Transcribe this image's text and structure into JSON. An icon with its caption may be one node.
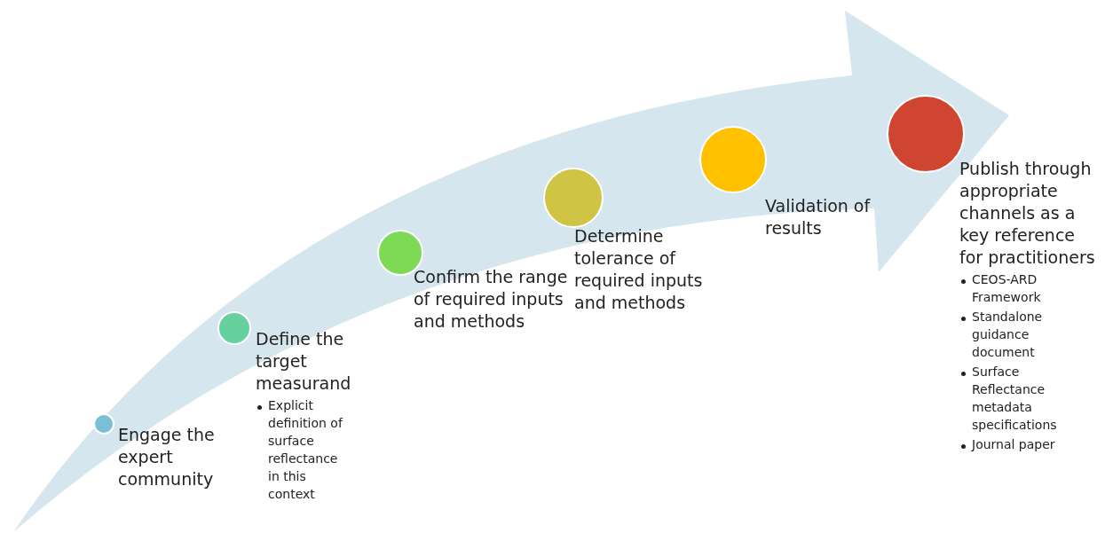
{
  "diagram": {
    "nodes": [
      {
        "text": [],
        "shape": "circle",
        "beside": [
          "Engage the expert community"
        ]
      },
      {
        "text": [],
        "shape": "circle",
        "beside": [
          "Define the target measurand",
          "Explicit definition of surface reflectance in this context"
        ]
      },
      {
        "text": [],
        "shape": "circle",
        "beside": [
          "Confirm the range of required inputs and methods"
        ]
      },
      {
        "text": [],
        "shape": "circle",
        "beside": [
          "Determine tolerance of required inputs and methods"
        ]
      },
      {
        "text": [],
        "shape": "circle",
        "beside": [
          "Validation of results"
        ]
      },
      {
        "text": [],
        "shape": "circle",
        "beside": [
          "Publish through appropriate channels as a key reference for practitioners",
          "CEOS-ARD Framework",
          "Standalone guidance document",
          "Surface Reflectance metadata specifications",
          "Journal paper"
        ]
      }
    ]
  }
}
